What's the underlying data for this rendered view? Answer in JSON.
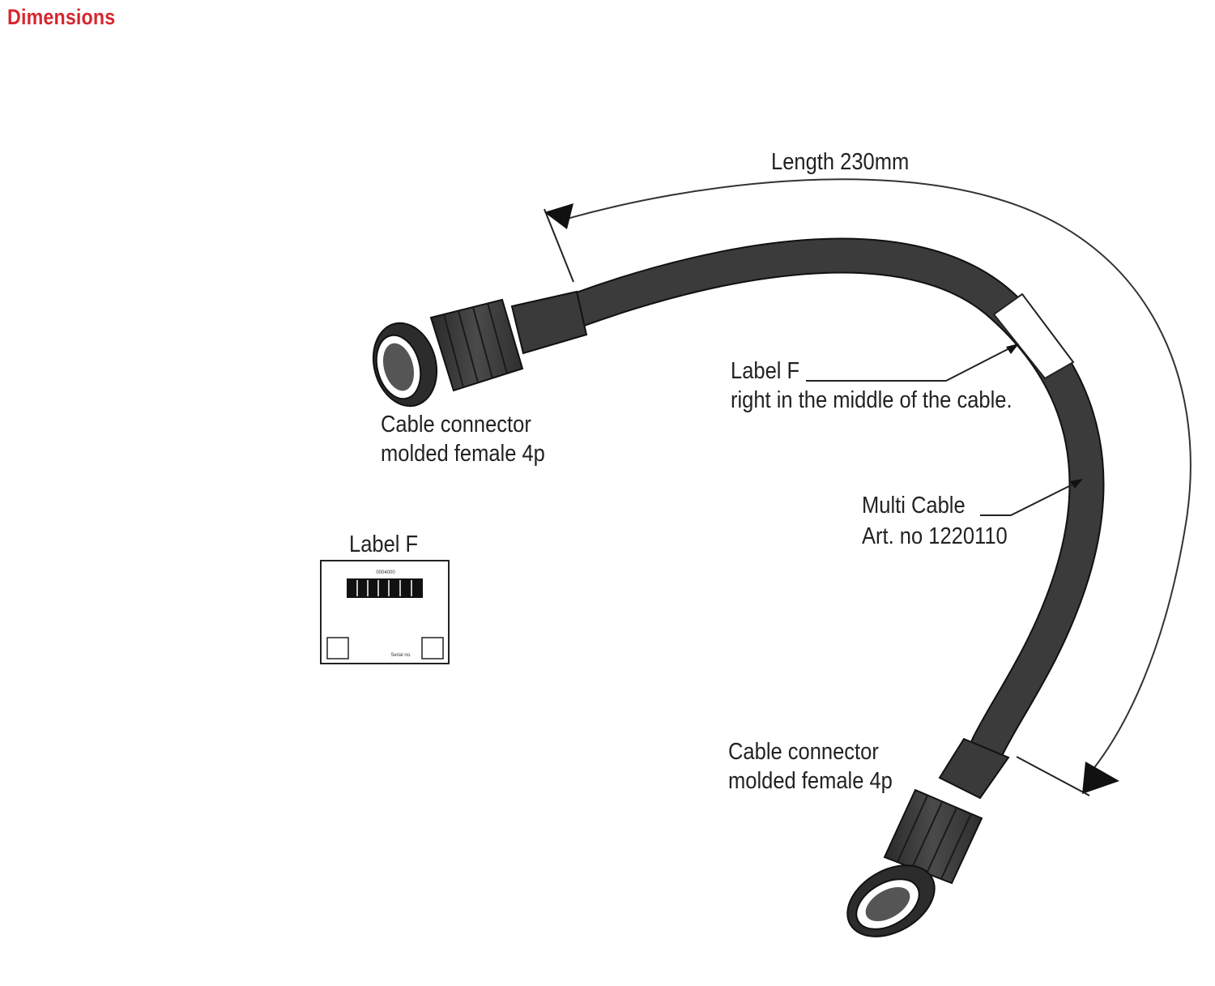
{
  "page": {
    "heading": "Dimensions",
    "heading_color": "#d6262e"
  },
  "annotations": {
    "length": "Length 230mm",
    "connector_top": {
      "line1": "Cable connector",
      "line2": "molded female 4p"
    },
    "label_f_callout": {
      "line1": "Label F",
      "line2": "right in the middle of the cable."
    },
    "multi_cable": {
      "line1": "Multi Cable",
      "line2": "Art. no 1220110"
    },
    "connector_bottom": {
      "line1": "Cable connector",
      "line2": "molded female 4p"
    }
  },
  "label_f_card": {
    "title": "Label F",
    "code_text": "0004000",
    "serial_text": "Serial no."
  },
  "colors": {
    "cable": "#3a3a3a",
    "connector": "#3d3d3d",
    "line": "#222222"
  }
}
